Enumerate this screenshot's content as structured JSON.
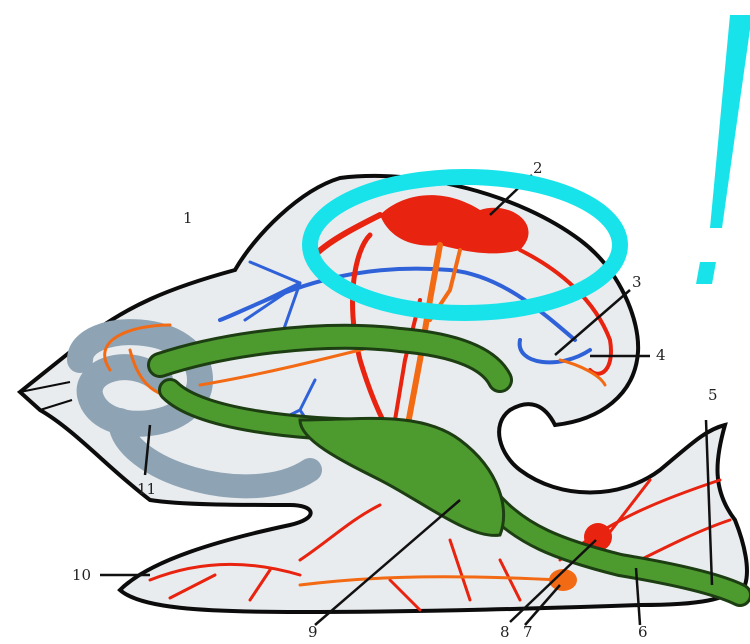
{
  "labels": [
    "1",
    "2",
    "3",
    "4",
    "5",
    "6",
    "7",
    "8",
    "9",
    "10",
    "11"
  ],
  "annotation": {
    "mark": "!",
    "ring_color": "#19e3ea",
    "mark_color": "#19e3ea"
  },
  "colors": {
    "body": "#e9ecef",
    "outline": "#0c0c0c",
    "arteries": "#e8230f",
    "veins": "#f36a14",
    "blue_vessels": "#2f62d8",
    "gland": "#4d9a2f",
    "gland_edge": "#1d3d12",
    "coil": "#8ea3b4"
  }
}
